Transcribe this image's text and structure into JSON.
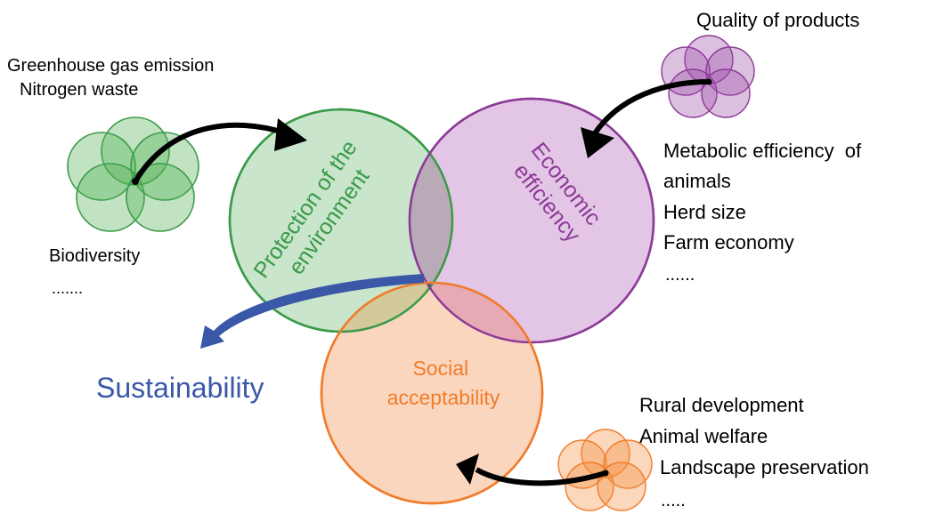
{
  "circles": {
    "environment": {
      "label_line1": "Protection of the",
      "label_line2": "environment",
      "color": "#3a9a48",
      "fill": "#c9e5cc"
    },
    "economic": {
      "label_line1": "Economic",
      "label_line2": "efficiency",
      "color": "#8c3a96",
      "fill": "#e3c6e6"
    },
    "social": {
      "label_line1": "Social",
      "label_line2": "acceptability",
      "color": "#f07c2a",
      "fill": "#fbd6bf"
    },
    "center_fill": "#4a3a8c"
  },
  "outcome": {
    "label": "Sustainability",
    "color": "#3a57a8"
  },
  "environment_factors": {
    "items": [
      "Greenhouse gas emission",
      "Nitrogen waste",
      "Biodiversity",
      "......."
    ]
  },
  "economic_factors": {
    "top": "Quality of products",
    "items": [
      "Metabolic efficiency  of",
      "animals",
      "Herd size",
      "Farm economy",
      "......"
    ]
  },
  "social_factors": {
    "items": [
      "Rural development",
      "Animal welfare",
      "Landscape preservation",
      "....."
    ]
  }
}
